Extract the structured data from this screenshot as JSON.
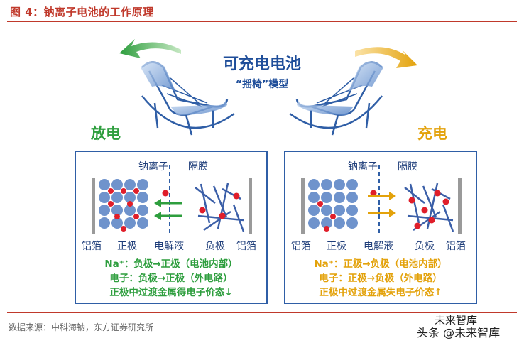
{
  "figure": {
    "title": "图 4：钠离子电池的工作原理",
    "center_title": "可充电电池",
    "center_subtitle": "“摇椅”模型",
    "source": "数据来源：中科海钠，东方证券研究所",
    "watermark_top": "未来智库",
    "watermark_bottom": "头条 @未来智库"
  },
  "discharge": {
    "label": "放电",
    "color": "#2e9e3e",
    "ion_label": "钠离子",
    "separator_label": "隔膜",
    "bottom_labels": [
      "铝箔",
      "正极",
      "电解液",
      "负极",
      "铝箔"
    ],
    "line1": "Na⁺：负极→正极（电池内部）",
    "line2": "电子：负极→正极（外电路）",
    "line3": "正极中过渡金属得电子价态↓"
  },
  "charge": {
    "label": "充电",
    "color": "#e3a20b",
    "ion_label": "钠离子",
    "separator_label": "隔膜",
    "bottom_labels": [
      "铝箔",
      "正极",
      "电解液",
      "负极",
      "铝箔"
    ],
    "line1": "Na⁺：正极→负极（电池内部）",
    "line2": "电子：正极→负极（外电路）",
    "line3": "正极中过渡金属失电子价态↑"
  }
}
